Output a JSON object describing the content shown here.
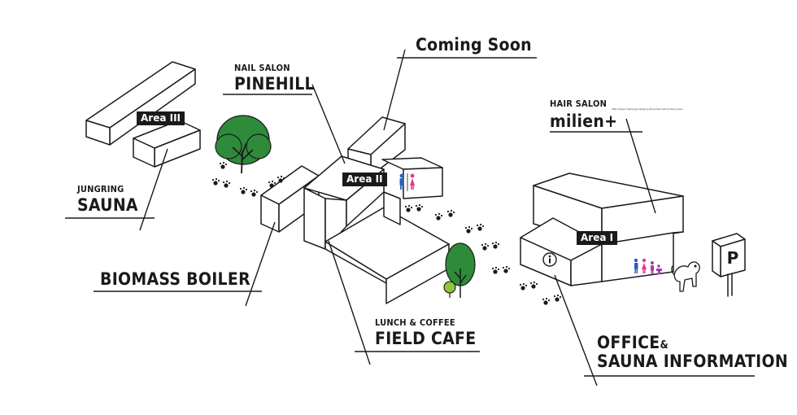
{
  "labels": {
    "coming_soon": "Coming Soon",
    "nail_salon_small": "NAIL SALON",
    "nail_salon_name": "PINEHILL",
    "hair_salon_small": "HAIR SALON",
    "hair_salon_name": "milien+",
    "hair_salon_url": "http://www.cityboy.jp/category/shop/hair-salon/milien-plus",
    "sauna_small": "JUNGRING",
    "sauna_name": "SAUNA",
    "biomass": "BIOMASS BOILER",
    "cafe_small": "LUNCH & COFFEE",
    "cafe_name": "FIELD CAFE",
    "office_line1": "OFFICE",
    "office_amp": "&",
    "office_line2": "SAUNA INFORMATION"
  },
  "areas": {
    "area_1": "Area I",
    "area_2": "Area II",
    "area_3": "Area III"
  },
  "icons": {
    "info": "info-icon",
    "restroom": "restroom-icon",
    "parking": "parking-sign-icon",
    "parking_letter": "P",
    "dog": "dog-icon",
    "tree": "tree-icon",
    "paw": "paw-print-icon"
  },
  "colors": {
    "line": "#1a1a1a",
    "tree_green": "#2e8b3a",
    "tree_dark": "#1f6b2a",
    "tree_light": "#8dc63f",
    "male": "#2b5fb4",
    "female": "#e8358b",
    "family": "#9b3fb0"
  }
}
